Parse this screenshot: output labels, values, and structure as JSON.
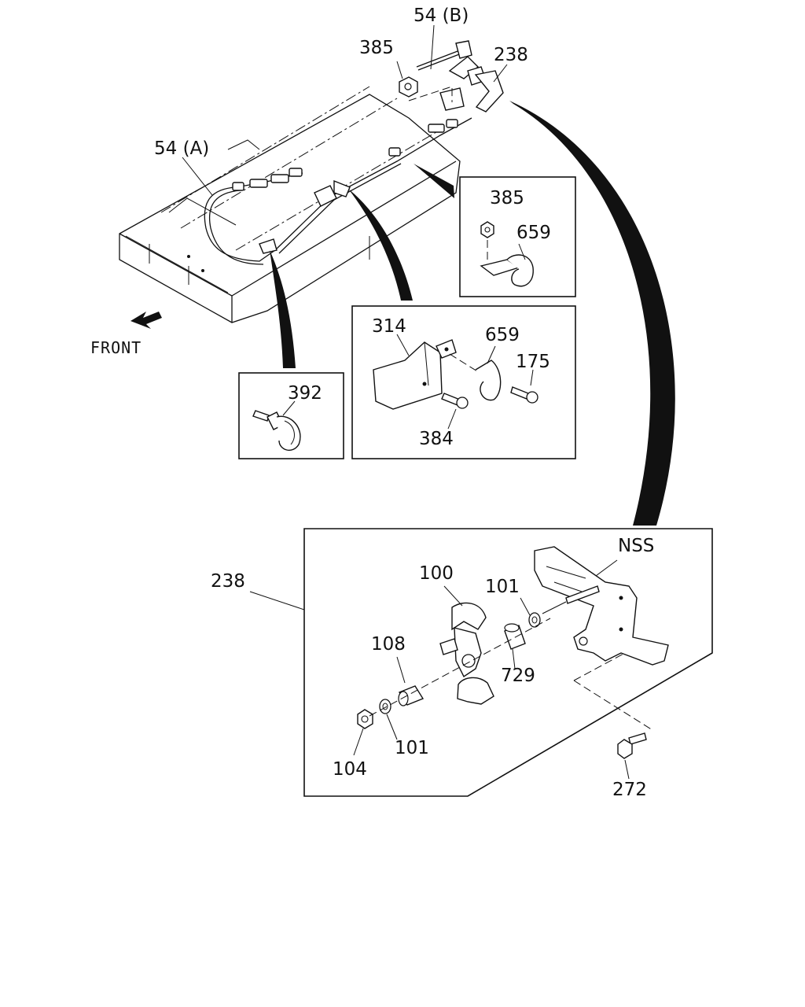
{
  "labels": {
    "part_54b": "54 (B)",
    "part_385_top": "385",
    "part_238_top": "238",
    "part_54a": "54 (A)",
    "front": "FRONT",
    "part_385_inset": "385",
    "part_659_inset1": "659",
    "part_314": "314",
    "part_659_inset2": "659",
    "part_175": "175",
    "part_384": "384",
    "part_392": "392",
    "part_238_detail": "238",
    "part_nss": "NSS",
    "part_100": "100",
    "part_101_upper": "101",
    "part_108": "108",
    "part_729": "729",
    "part_101_lower": "101",
    "part_104": "104",
    "part_272": "272"
  },
  "icons": {
    "front_arrow": "arrow-down-left-icon"
  }
}
